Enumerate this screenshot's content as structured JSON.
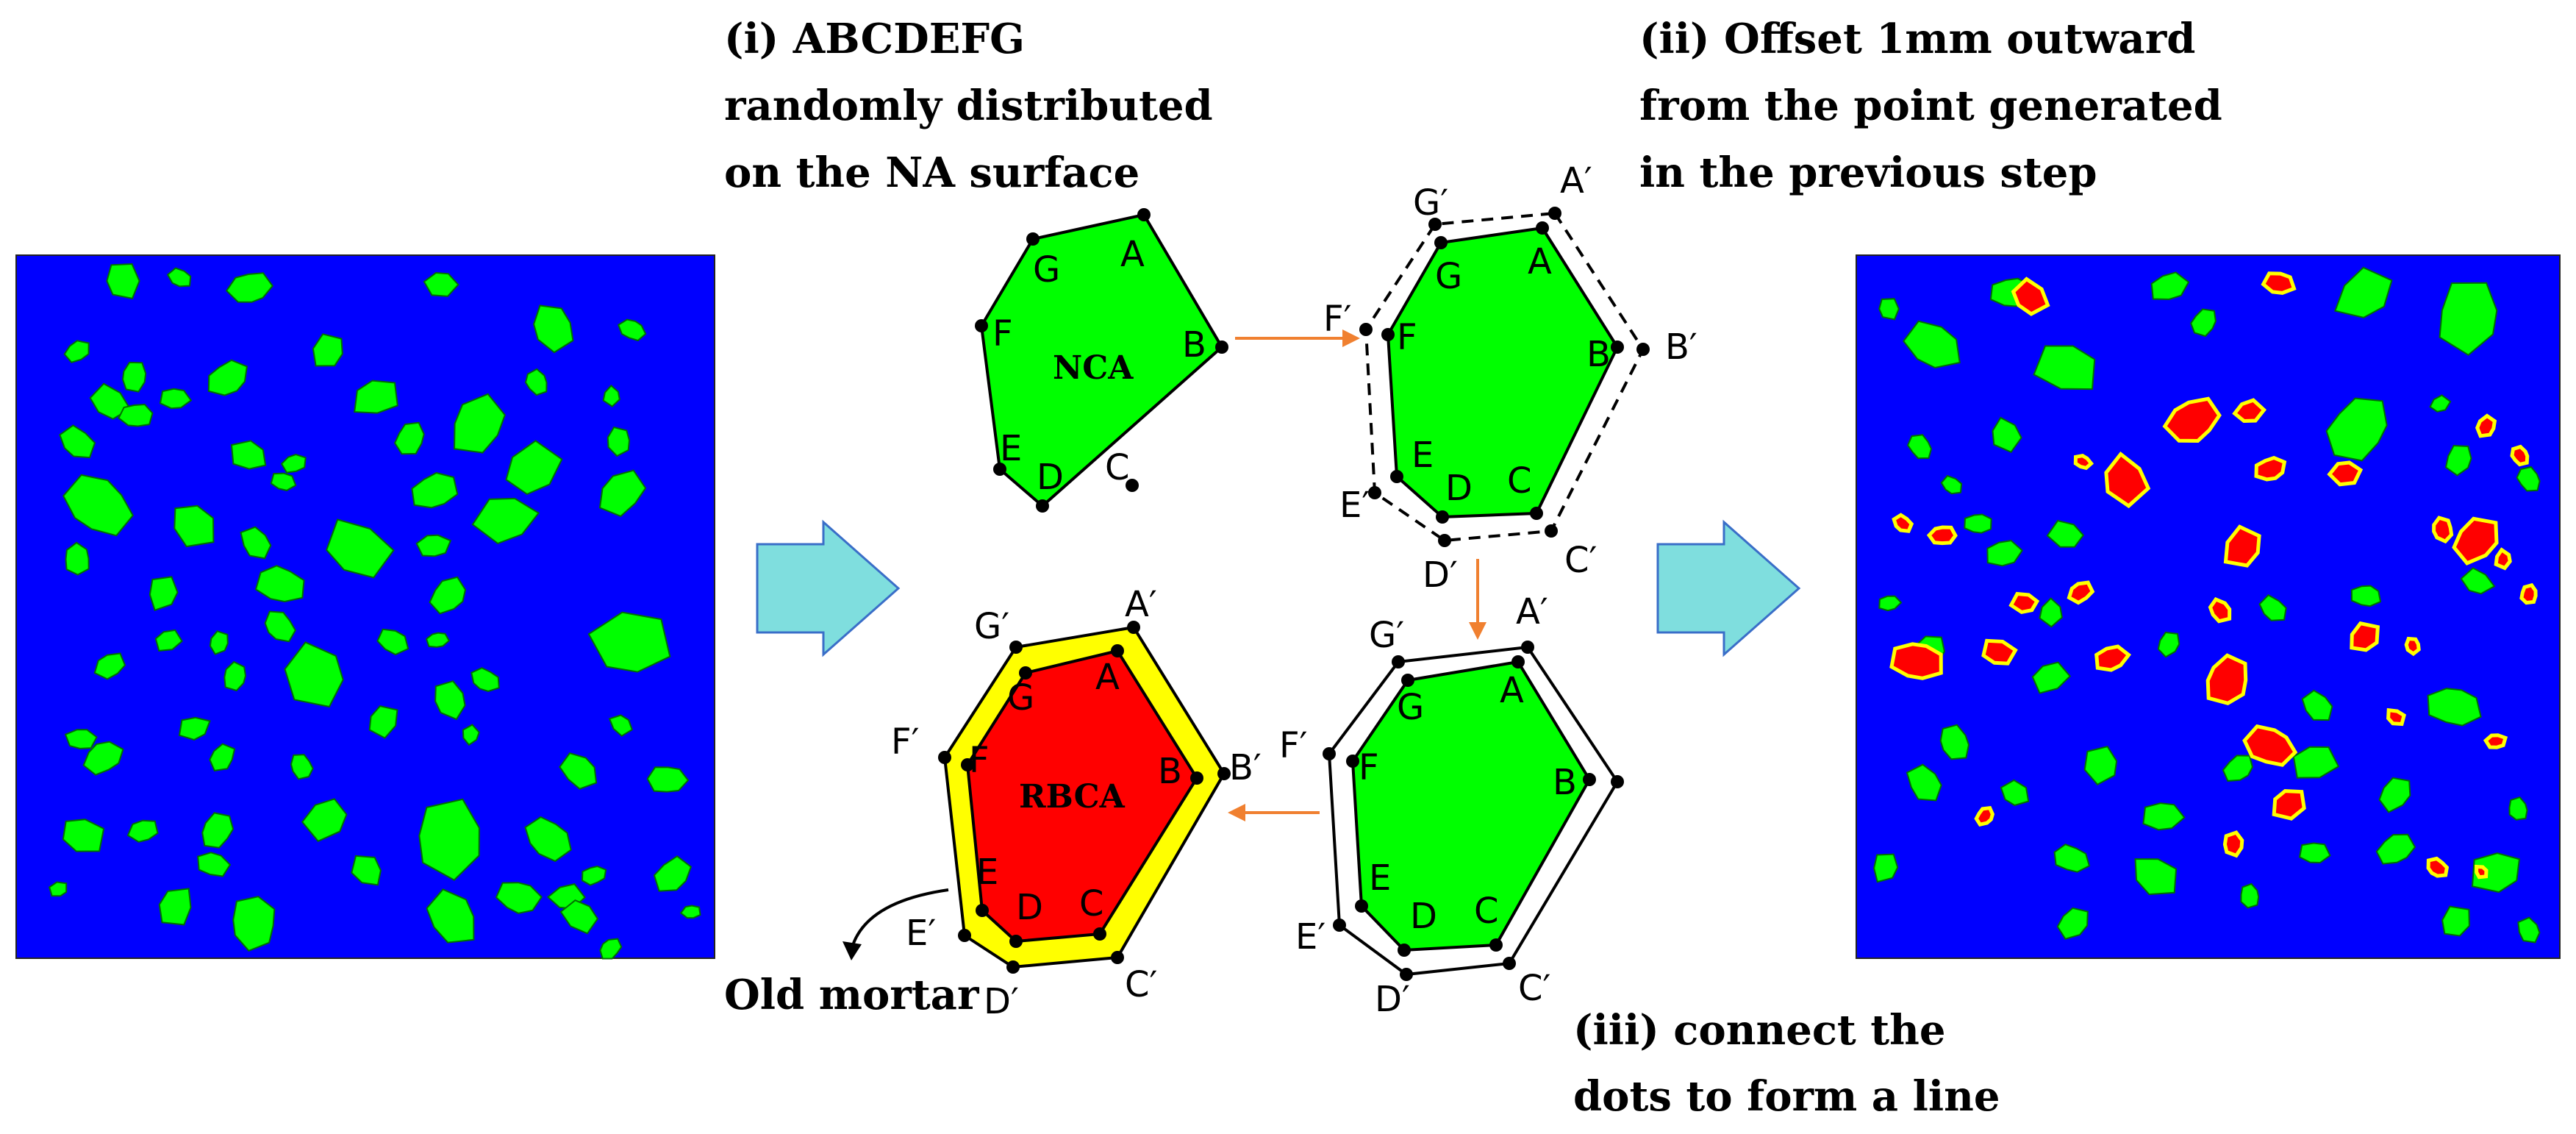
{
  "captions": {
    "step1_line1": "(i)  ABCDEFG",
    "step1_line2": "randomly distributed",
    "step1_line3": "on the NA surface",
    "step2_line1": "(ii)  Offset 1mm outward",
    "step2_line2": "from the point generated",
    "step2_line3": "in the previous step",
    "step3_line1": "(iii)  connect the",
    "step3_line2": "dots to form a line"
  },
  "labels": {
    "nca": "NCA",
    "rbca": "RBCA",
    "old_mortar": "Old mortar",
    "A": "A",
    "B": "B",
    "C": "C",
    "D": "D",
    "E": "E",
    "F": "F",
    "G": "G",
    "A1": "A′",
    "B1": "B′",
    "C1": "C′",
    "D1": "D′",
    "E1": "E′",
    "F1": "F′",
    "G1": "G′"
  },
  "colors": {
    "matrix": "#0000ff",
    "aggregate": "#00ff00",
    "recycled": "#ff0000",
    "mortar": "#ffff00",
    "arrow_big": "#7fdede",
    "arrow_small": "#f08030"
  }
}
